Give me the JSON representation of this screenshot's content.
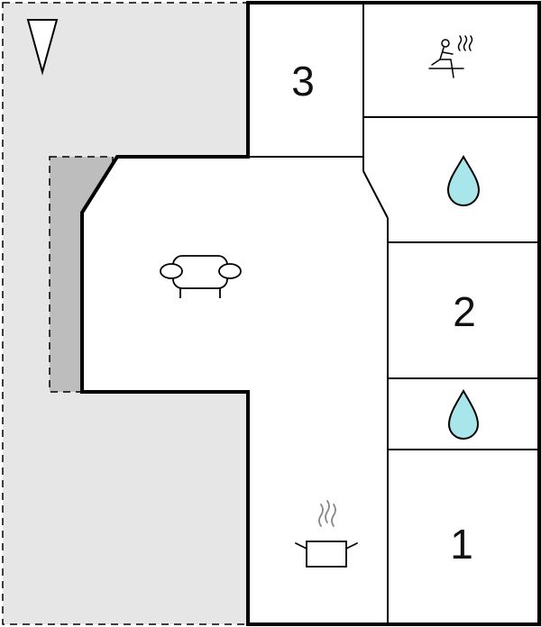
{
  "floorplan": {
    "rooms": [
      {
        "id": "bedroom-3",
        "label": "3"
      },
      {
        "id": "bedroom-2",
        "label": "2"
      },
      {
        "id": "bedroom-1",
        "label": "1"
      }
    ],
    "icons": [
      {
        "room": "sauna",
        "icon": "sauna-icon"
      },
      {
        "room": "bathroom-upper",
        "icon": "water-drop-icon"
      },
      {
        "room": "bathroom-lower",
        "icon": "water-drop-icon"
      },
      {
        "room": "living-room",
        "icon": "sofa-icon"
      },
      {
        "room": "kitchen",
        "icon": "cooking-pot-icon"
      }
    ],
    "north_marker": "north-triangle-icon",
    "colors": {
      "wall": "#000000",
      "terrace": "#e6e6e6",
      "covered_terrace": "#bdbdbd",
      "water": "#a8e6ec"
    }
  }
}
